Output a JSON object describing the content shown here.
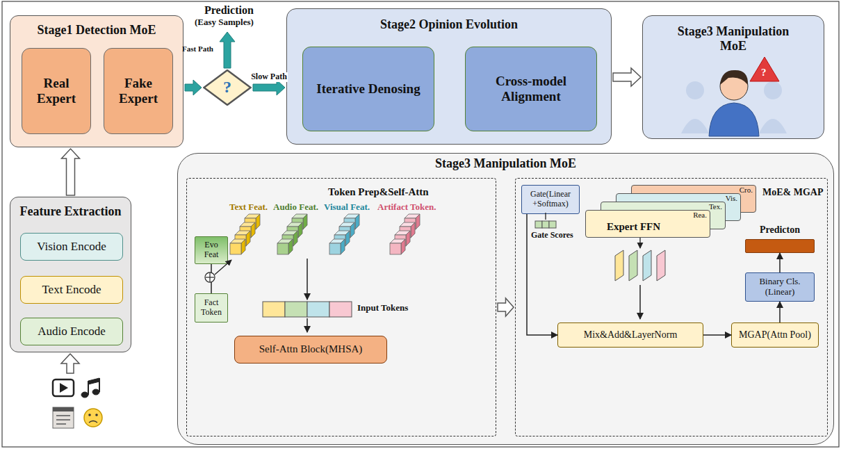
{
  "diagram": {
    "nodes": [
      {
        "text": [
          "Stage1 Detection MoE"
        ]
      },
      {
        "text": [
          "Real Expert"
        ],
        "in": 0
      },
      {
        "text": [
          "Fake Expert"
        ],
        "in": 0
      },
      {
        "text": [
          "?"
        ]
      },
      {
        "text": [
          "Stage2 Opinion Evolution"
        ]
      },
      {
        "text": [
          "Iterative Denosing"
        ],
        "in": 4
      },
      {
        "text": [
          "Cross-model Alignment"
        ],
        "in": 4
      },
      {
        "text": [
          "Stage3 Manipulation MoE"
        ]
      },
      {
        "text": [
          "Feature Extraction"
        ]
      },
      {
        "text": [
          "Vision Encode"
        ],
        "in": 8
      },
      {
        "text": [
          "Text Encode"
        ],
        "in": 8
      },
      {
        "text": [
          "Audio Encode"
        ],
        "in": 8
      },
      {
        "text": [
          "Stage3 Manipulation MoE"
        ]
      },
      {
        "text": [
          "Token Prep&Self-Attn"
        ],
        "in": 12
      },
      {
        "text": [
          "Evo Feat"
        ],
        "in": 13
      },
      {
        "text": [
          "Fact Token"
        ],
        "in": 13
      },
      {
        "text": [
          "Self-Attn Block(MHSA)"
        ],
        "in": 13
      },
      {
        "text": [
          "MoE& MGAP"
        ],
        "in": 12
      },
      {
        "text": [
          "Gate(Linear +Softmax)"
        ],
        "in": 17
      },
      {
        "text": [
          "Cro."
        ],
        "in": 17
      },
      {
        "text": [
          "Vis."
        ],
        "in": 17
      },
      {
        "text": [
          "Tex."
        ],
        "in": 17
      },
      {
        "text": [
          "Rea.",
          "Expert FFN"
        ],
        "in": 17
      },
      {
        "text": [
          "Mix&Add&LayerNorm"
        ],
        "in": 17
      },
      {
        "text": [
          "MGAP(Attn Pool)"
        ],
        "in": 17
      },
      {
        "text": [
          "Binary Cls.(Linear)"
        ],
        "in": 17
      },
      {
        "text": [
          "Predicton"
        ],
        "in": 17
      }
    ],
    "edges": [
      {
        "from": 8,
        "to": 0,
        "arrow": "to"
      },
      {
        "from": 0,
        "to": 3,
        "arrow": "to"
      },
      {
        "from": 3,
        "to": 4,
        "label": "Slow Path",
        "arrow": "to"
      },
      {
        "from": 4,
        "to": 7,
        "arrow": "to"
      },
      {
        "from": 14,
        "to": 15,
        "arrow": "none"
      },
      {
        "from": 13,
        "to": 17,
        "arrow": "to"
      },
      {
        "from": 18,
        "to": 23,
        "arrow": "to"
      },
      {
        "from": 23,
        "to": 24,
        "arrow": "to"
      },
      {
        "from": 24,
        "to": 25,
        "arrow": "to"
      },
      {
        "from": 25,
        "to": 26,
        "arrow": "to"
      }
    ],
    "labels": [
      "Prediction",
      "(Easy Samples)",
      "Fast Path",
      "Text Feat.",
      "Audio Feat.",
      "Visual Feat.",
      "Artifact Token.",
      "Input Tokens",
      "Gate Scores",
      "?"
    ]
  }
}
